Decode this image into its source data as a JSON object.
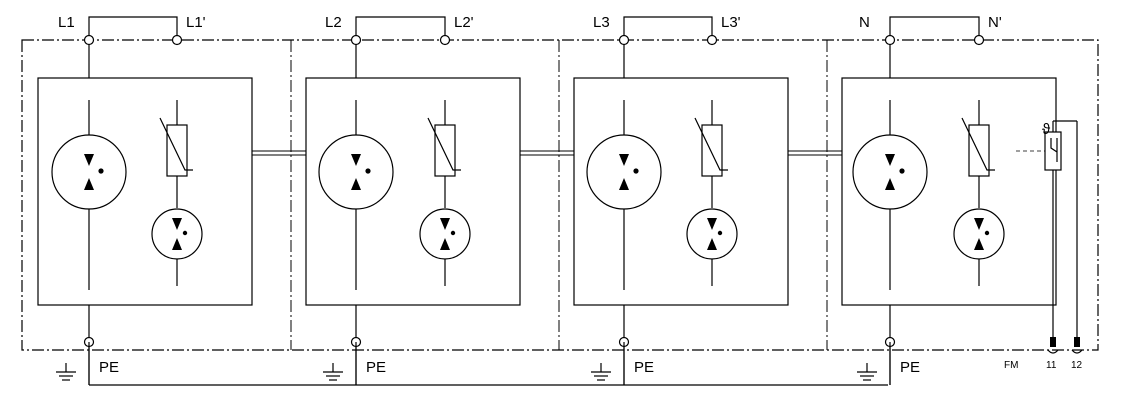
{
  "modules": [
    {
      "in_label": "L1",
      "out_label": "L1'",
      "pe_label": "PE"
    },
    {
      "in_label": "L2",
      "out_label": "L2'",
      "pe_label": "PE"
    },
    {
      "in_label": "L3",
      "out_label": "L3'",
      "pe_label": "PE"
    },
    {
      "in_label": "N",
      "out_label": "N'",
      "pe_label": "PE"
    }
  ],
  "remote_contact": {
    "label": "FM",
    "terminals": [
      "11",
      "12"
    ],
    "symbol": "ϑ"
  },
  "icons": {
    "gas_tube": "gas-discharge-tube-icon",
    "varistor": "varistor-icon",
    "ground": "ground-icon",
    "terminal": "terminal-circle-icon",
    "thermal": "thermal-disconnect-icon"
  },
  "colors": {
    "line": "#000000",
    "background": "#ffffff"
  }
}
